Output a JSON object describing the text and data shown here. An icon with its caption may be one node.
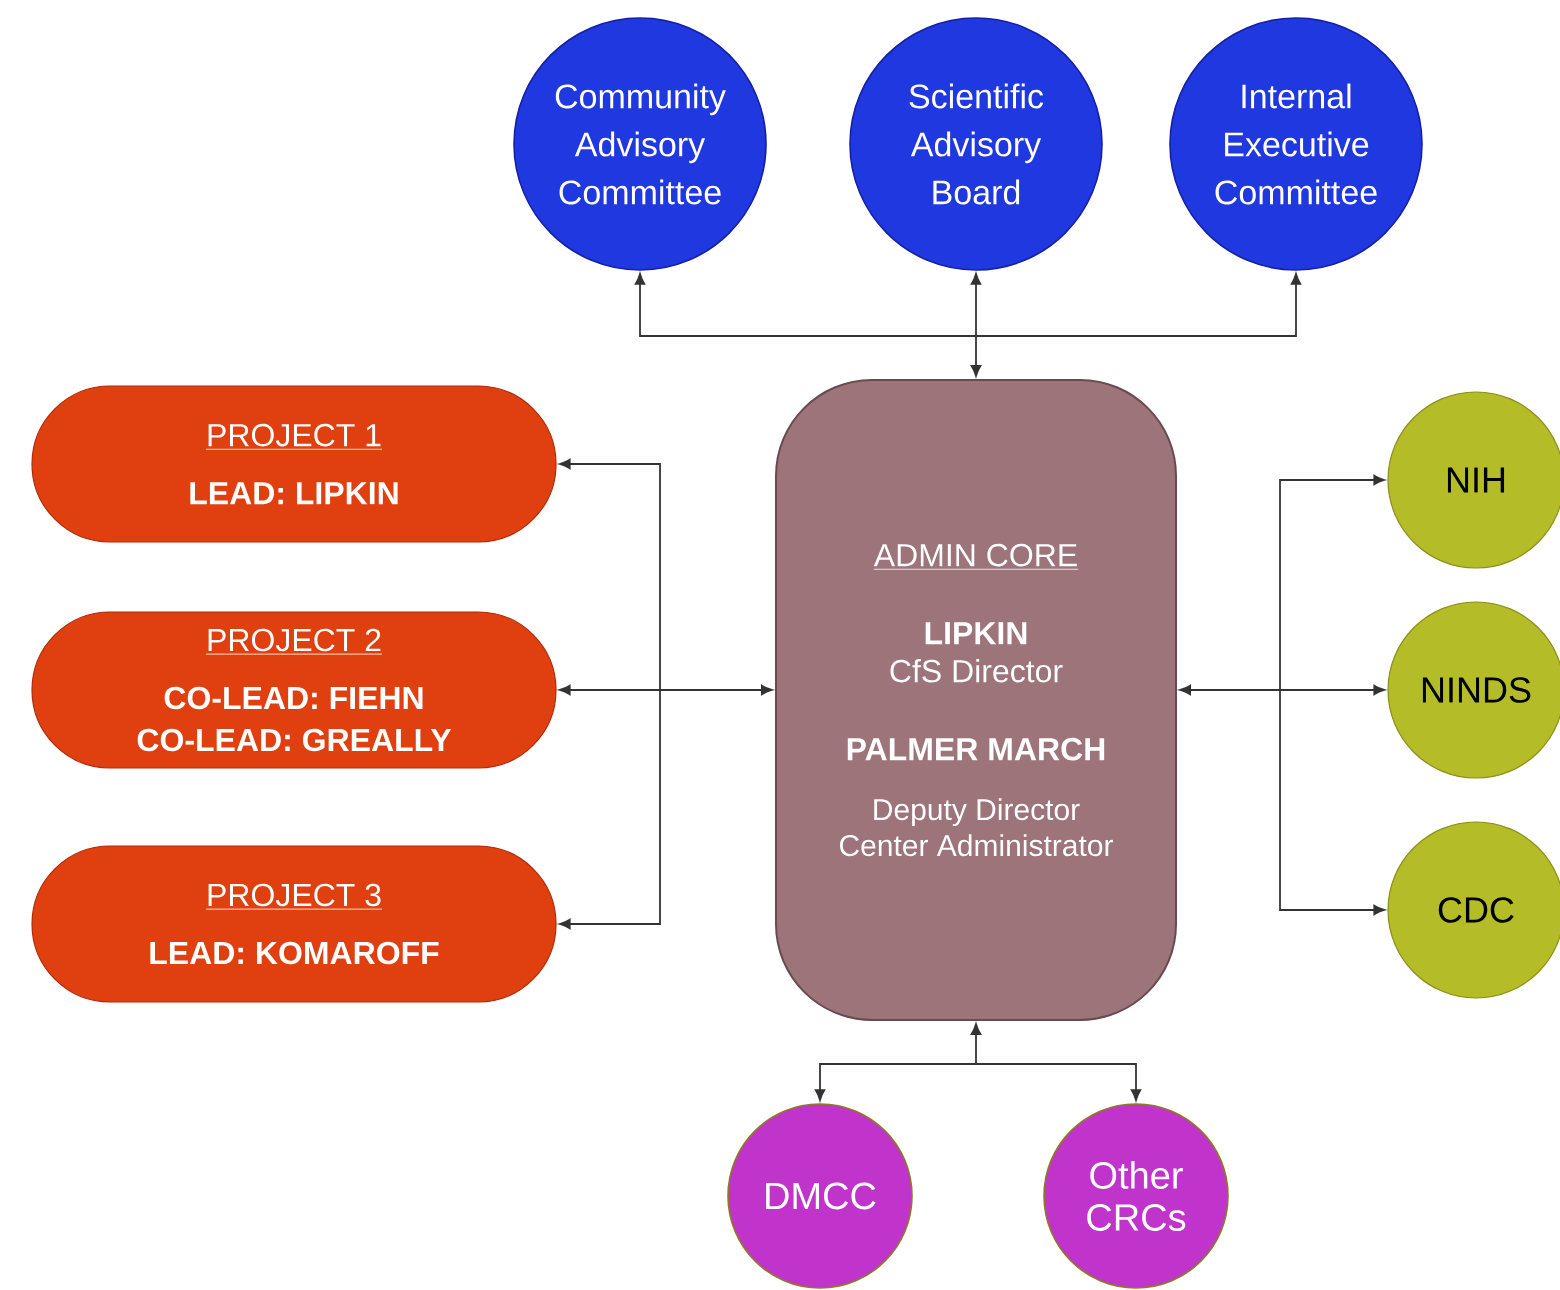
{
  "diagram": {
    "nodes": [
      {
        "text": [
          "Community Advisory Committee"
        ]
      },
      {
        "text": [
          "Scientific Advisory Board"
        ]
      },
      {
        "text": [
          "Internal Executive Committee"
        ]
      },
      {
        "text": [
          "PROJECT 1",
          "LEAD: LIPKIN"
        ]
      },
      {
        "text": [
          "PROJECT 2",
          "CO-LEAD: FIEHN",
          "CO-LEAD: GREALLY"
        ]
      },
      {
        "text": [
          "PROJECT 3",
          "LEAD: KOMAROFF"
        ]
      },
      {
        "text": [
          "ADMIN CORE",
          "LIPKIN",
          "CfS Director",
          "PALMER MARCH",
          "Deputy Director Center Administrator"
        ]
      },
      {
        "text": [
          "NIH"
        ]
      },
      {
        "text": [
          "NINDS"
        ]
      },
      {
        "text": [
          "CDC"
        ]
      },
      {
        "text": [
          "DMCC"
        ]
      },
      {
        "text": [
          "Other CRCs"
        ]
      }
    ],
    "edges": [
      {
        "from": 6,
        "to": 0,
        "arrow": "both"
      },
      {
        "from": 6,
        "to": 1,
        "arrow": "both"
      },
      {
        "from": 6,
        "to": 2,
        "arrow": "both"
      },
      {
        "from": 6,
        "to": 3,
        "arrow": "both"
      },
      {
        "from": 6,
        "to": 4,
        "arrow": "both"
      },
      {
        "from": 6,
        "to": 5,
        "arrow": "both"
      },
      {
        "from": 6,
        "to": 7,
        "arrow": "both"
      },
      {
        "from": 6,
        "to": 8,
        "arrow": "both"
      },
      {
        "from": 6,
        "to": 9,
        "arrow": "both"
      },
      {
        "from": 6,
        "to": 10,
        "arrow": "both"
      },
      {
        "from": 6,
        "to": 11,
        "arrow": "both"
      }
    ]
  }
}
